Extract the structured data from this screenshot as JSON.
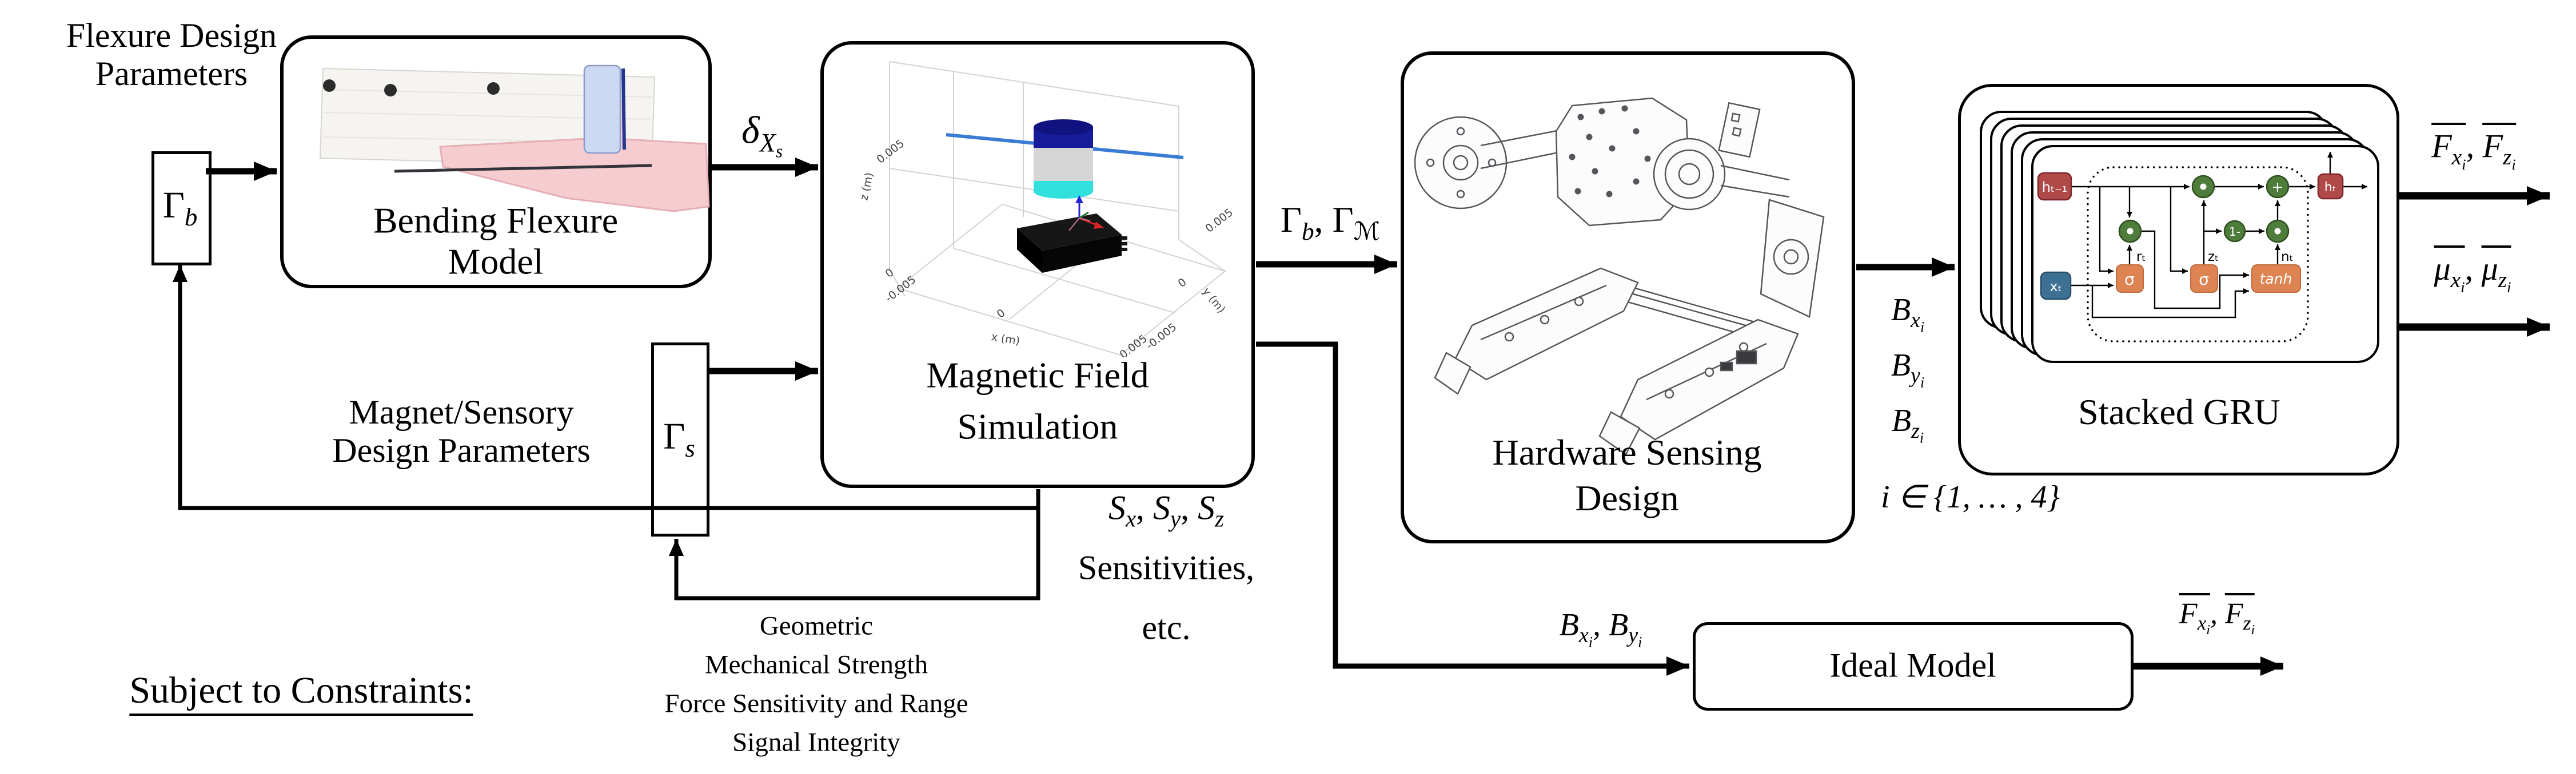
{
  "flexure_params": {
    "line1": "Flexure Design",
    "line2": "Parameters"
  },
  "gamma_b": {
    "base": "Γ",
    "sub": "b"
  },
  "bfm": {
    "line1": "Bending Flexure",
    "line2": "Model"
  },
  "delta_out": {
    "base": "δ",
    "sub": "X",
    "subsub": "s"
  },
  "magnet_sensory": {
    "line1": "Magnet/Sensory",
    "line2": "Design Parameters"
  },
  "gamma_s": {
    "base": "Γ",
    "sub": "s"
  },
  "mfs": {
    "line1": "Magnetic Field",
    "line2": "Simulation",
    "plot": {
      "xlabel": "x (m)",
      "ylabel": "y (m)",
      "zlabel": "z (m)",
      "z_ticks": [
        "0.005",
        "0",
        "-0.005"
      ],
      "x_ticks": [
        "0",
        "0.005"
      ],
      "y_ticks": [
        "0.005",
        "0",
        "-0.005"
      ]
    }
  },
  "gamma_bm": {
    "p1": "Γ",
    "p1sub": "b",
    "comma": ", ",
    "p2": "Γ",
    "p2sub": "ℳ"
  },
  "hsd": {
    "line1": "Hardware Sensing",
    "line2": "Design"
  },
  "b_fields": [
    {
      "base": "B",
      "sub": "x",
      "subsub": "i"
    },
    {
      "base": "B",
      "sub": "y",
      "subsub": "i"
    },
    {
      "base": "B",
      "sub": "z",
      "subsub": "i"
    }
  ],
  "index_note": "i ∈ {1, … , 4}",
  "gru": {
    "label": "Stacked GRU",
    "cell": {
      "h_prev": "hₜ₋₁",
      "x_in": "xₜ",
      "sigma1": "σ",
      "sigma2": "σ",
      "tanh": "tanh",
      "r": "rₜ",
      "z": "zₜ",
      "n": "nₜ",
      "one_minus": "1-",
      "plus": "+",
      "h_out": "hₜ"
    }
  },
  "gru_out_f": {
    "a_base": "F",
    "a_sub": "x",
    "a_subsub": "i",
    "comma": ", ",
    "b_base": "F",
    "b_sub": "z",
    "b_subsub": "i"
  },
  "gru_out_mu": {
    "a_base": "μ",
    "a_sub": "x",
    "a_subsub": "i",
    "comma": ", ",
    "b_base": "μ",
    "b_sub": "z",
    "b_subsub": "i"
  },
  "sens": {
    "s1": "S",
    "s1sub": "x",
    "c1": ", ",
    "s2": "S",
    "s2sub": "y",
    "c2": ", ",
    "s3": "S",
    "s3sub": "z",
    "line2": "Sensitivities,",
    "line3": "etc."
  },
  "ideal": {
    "label": "Ideal Model"
  },
  "ideal_in": {
    "a_base": "B",
    "a_sub": "x",
    "a_subsub": "i",
    "comma": ", ",
    "b_base": "B",
    "b_sub": "y",
    "b_subsub": "i"
  },
  "ideal_out": {
    "a_base": "F",
    "a_sub": "x",
    "a_subsub": "i",
    "comma": ", ",
    "b_base": "F",
    "b_sub": "z",
    "b_subsub": "i"
  },
  "subject": "Subject to Constraints:",
  "constraints": [
    "Geometric",
    "Mechanical Strength",
    "Force Sensitivity and Range",
    "Signal Integrity"
  ],
  "colors": {
    "red_box": "#b04a48",
    "blue_box": "#3d7092",
    "orange_box": "#dd8452",
    "green_node": "#4e7d3b",
    "cyl_top": "#151c9a",
    "cyl_body": "#d5d5d5",
    "cyl_bottom": "#2fe0dc",
    "field_line": "#3a7bd5"
  }
}
